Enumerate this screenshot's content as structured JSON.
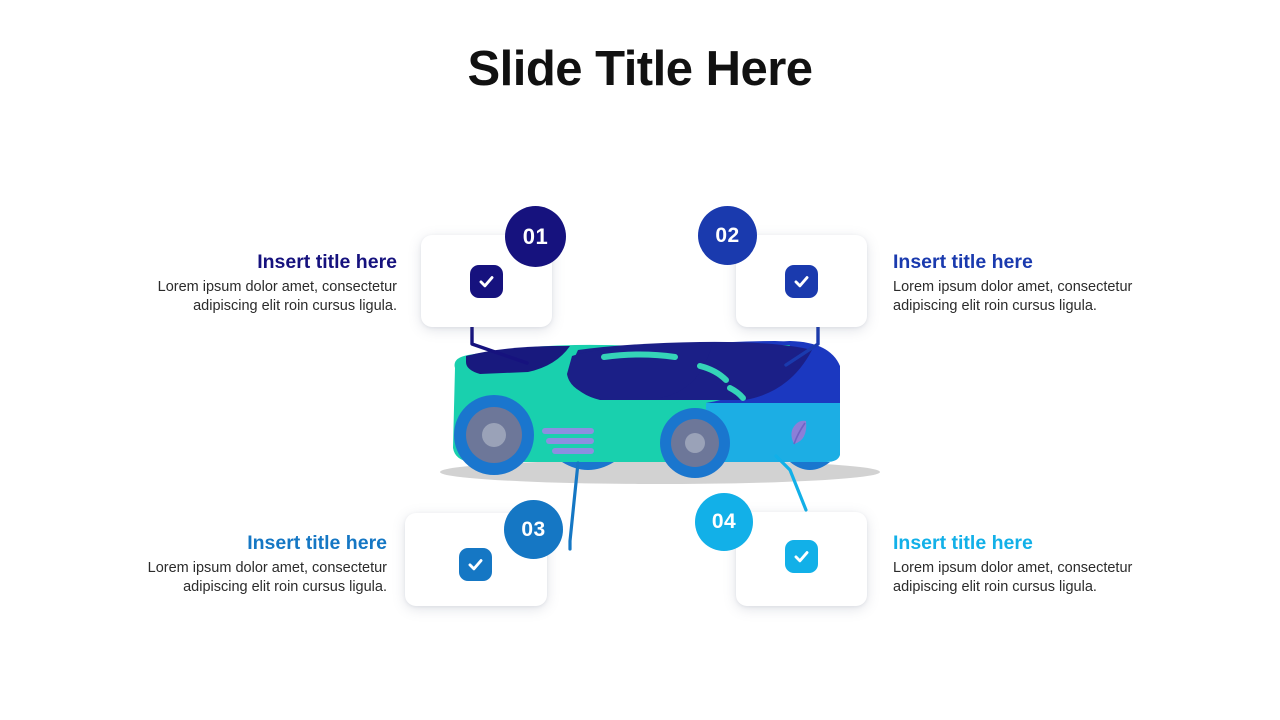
{
  "slide": {
    "title": "Slide Title Here",
    "background_color": "#ffffff"
  },
  "theme": {
    "navy": "#16127E",
    "blue_dark": "#1A3AAE",
    "blue_mid": "#1577C4",
    "cyan": "#12B0E8",
    "teal": "#19D0AE",
    "body_text": "#2b2b2b",
    "title_text": "#111111"
  },
  "items": [
    {
      "number": "01",
      "title": "Insert title here",
      "body": "Lorem ipsum dolor amet, consectetur adipiscing elit roin cursus ligula.",
      "color": "#16127E",
      "icon": "check-icon",
      "align": "right"
    },
    {
      "number": "02",
      "title": "Insert title here",
      "body": "Lorem ipsum dolor amet, consectetur adipiscing elit roin cursus ligula.",
      "color": "#1A3AAE",
      "icon": "check-icon",
      "align": "left"
    },
    {
      "number": "03",
      "title": "Insert title here",
      "body": "Lorem ipsum dolor amet, consectetur adipiscing elit roin cursus ligula.",
      "color": "#1577C4",
      "icon": "check-icon",
      "align": "right"
    },
    {
      "number": "04",
      "title": "Insert title here",
      "body": "Lorem ipsum dolor amet, consectetur adipiscing elit roin cursus ligula.",
      "color": "#12B0E8",
      "icon": "check-icon",
      "align": "left"
    }
  ],
  "illustration": {
    "name": "electric-car-illustration",
    "logo": "leaf-logo",
    "colors": {
      "body_teal": "#19D0AE",
      "roof_navy": "#1B1F87",
      "rear_blue_dark": "#1B38C0",
      "rear_cyan": "#1CAEE4",
      "wheel_ring": "#1A76CE",
      "wheel_tire": "#6D7799",
      "wheel_hub": "#9AA2B8",
      "vent_purple": "#8C8FE0",
      "ground_shadow": "#D2D2D2",
      "leaf": "#8C7FD8"
    }
  }
}
